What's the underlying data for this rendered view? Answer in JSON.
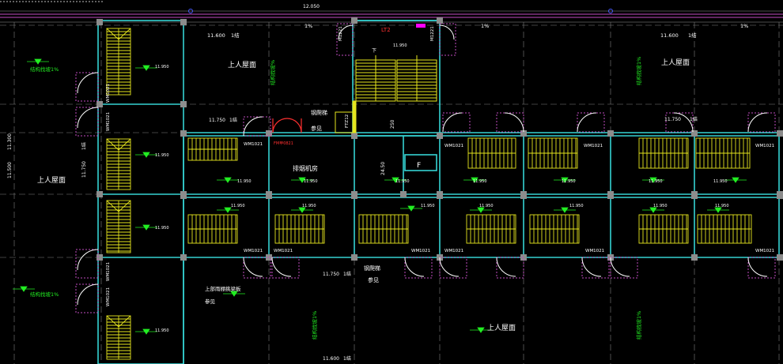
{
  "colors": {
    "background": "#000000",
    "wall": "#35d3d3",
    "wall_fill": "#8c8c8c",
    "stair": "#e6e61e",
    "door": "#ffffff",
    "door_frame": "#c04cc0",
    "text": "#ffffff",
    "green": "#22ee22",
    "grid": "#7f7f7f",
    "red": "#ff3030",
    "magenta": "#ff00ff",
    "blue": "#4a5cff"
  },
  "labels": {
    "elev_top": "12.050",
    "elev_1160_left": "11.600",
    "elev_1160_right": "11.600",
    "elev_1160_bottom": "11.600",
    "slope_jie": "1结",
    "pct_1": "1%",
    "pct_2": "1%",
    "pct_3": "1%",
    "lt2": "LT2",
    "m1221_a": "M1221",
    "m1221_b": "M1221",
    "stair_down": "下",
    "elev_11950_core": "11.950",
    "roof_a": "上人屋面",
    "roof_b": "上人屋面",
    "roof_left": "上人屋面",
    "roof_bottom": "上人屋面",
    "struct_slope": "结构找坡1%",
    "struct_slope_2": "结构找坡1%",
    "struct_slope_3": "结构找坡%",
    "struct_slope_4": "结构找坡1%",
    "struct_slope_5": "结构找坡1%",
    "struct_slope_6": "结构找坡1%",
    "steel_ladder": "钢爬梯",
    "see_ref": "参见",
    "steel_ladder_2": "钢爬梯",
    "see_ref_2": "参见",
    "elev_11750": "11.750",
    "elev_11750_2": "11.750",
    "elev_11750_3": "11.750",
    "elev_11750_4": "11.750",
    "fm": "FM甲0821",
    "ftz1": "FTZ12",
    "exhaust_room": "排烟机房",
    "f_box": "F",
    "elev_250": "250",
    "elev_2450": "24.50",
    "wm1021": "WM1021",
    "elev_11950": "11.950",
    "roof_rail": "上部雨棚挑梁板",
    "see_ref_3": "参见",
    "elev_11500": "11.500",
    "elev_11950_v": "11.950",
    "elev_11300": "11.300",
    "elev_11750_v": "11.750"
  }
}
